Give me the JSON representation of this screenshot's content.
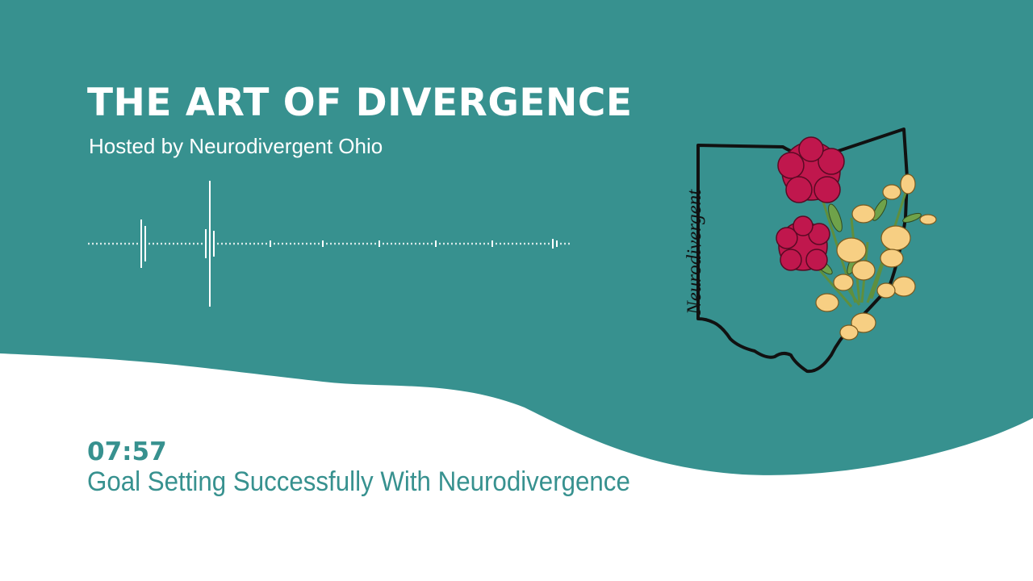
{
  "show": {
    "title": "THE ART OF DIVERGENCE",
    "subtitle": "Hosted by Neurodivergent Ohio"
  },
  "episode": {
    "time": "07:57",
    "title": "Goal Setting Successfully With Neurodivergence"
  },
  "logo": {
    "wordmark": "Neurodivergent"
  },
  "colors": {
    "teal": "#37918f",
    "background": "#ffffff",
    "carnation": "#c0174d",
    "sweet_pea": "#f7cf83",
    "leaf": "#5f8f3e",
    "outline": "#111111"
  }
}
